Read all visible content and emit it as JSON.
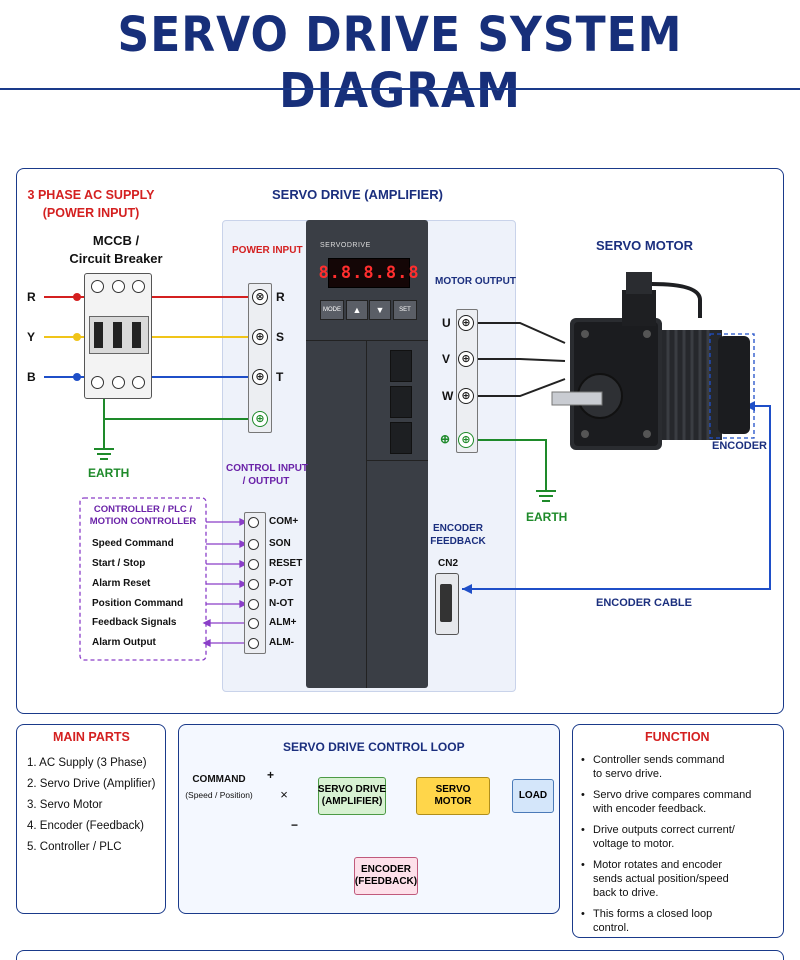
{
  "title": "SERVO DRIVE SYSTEM DIAGRAM",
  "supply": {
    "title": "3 PHASE AC SUPPLY\n(POWER INPUT)",
    "breaker": "MCCB /\nCircuit Breaker",
    "phases": [
      "R",
      "Y",
      "B"
    ],
    "earth": "EARTH"
  },
  "drive": {
    "title": "SERVO DRIVE (AMPLIFIER)",
    "brand": "SERVODRIVE",
    "display": "8.8.8.8.8",
    "buttons": [
      "MODE",
      "▲",
      "▼",
      "SET"
    ],
    "power_input": "POWER INPUT",
    "power_terms": [
      "R",
      "S",
      "T"
    ],
    "motor_output": "MOTOR OUTPUT",
    "motor_terms": [
      "U",
      "V",
      "W"
    ],
    "control_io": "CONTROL INPUT\n/ OUTPUT",
    "io_terms": [
      "COM+",
      "SON",
      "RESET",
      "P-OT",
      "N-OT",
      "ALM+",
      "ALM-"
    ],
    "encoder_feedback": "ENCODER\nFEEDBACK",
    "cn2": "CN2"
  },
  "controller": {
    "title": "CONTROLLER / PLC /\nMOTION CONTROLLER",
    "signals": [
      "Speed Command",
      "Start / Stop",
      "Alarm Reset",
      "Position Command",
      "Feedback Signals",
      "Alarm Output"
    ]
  },
  "motor": {
    "title": "SERVO MOTOR",
    "encoder": "ENCODER",
    "earth": "EARTH",
    "encoder_cable": "ENCODER CABLE"
  },
  "main_parts": {
    "title": "MAIN PARTS",
    "items": [
      "1.  AC Supply (3 Phase)",
      "2.  Servo Drive (Amplifier)",
      "3.  Servo Motor",
      "4.  Encoder (Feedback)",
      "5.  Controller / PLC"
    ]
  },
  "control_loop": {
    "title": "SERVO DRIVE CONTROL LOOP",
    "command": "COMMAND",
    "command_sub": "(Speed / Position)",
    "plus": "+",
    "minus": "−",
    "sum": "×",
    "drive_box": "SERVO DRIVE\n(AMPLIFIER)",
    "motor_box": "SERVO MOTOR",
    "load_box": "LOAD",
    "encoder_box": "ENCODER\n(FEEDBACK)"
  },
  "function": {
    "title": "FUNCTION",
    "items": [
      "Controller sends command\nto servo drive.",
      "Servo drive compares command\nwith encoder feedback.",
      "Drive outputs correct current/\nvoltage to motor.",
      "Motor rotates and encoder\nsends actual position/speed\nback to drive.",
      "This forms a closed loop\ncontrol."
    ]
  },
  "colors": {
    "navy": "#172f7a",
    "red": "#d42020",
    "yellow": "#f0c419",
    "blue": "#1f4fc8",
    "green": "#1e8a2a",
    "purple": "#8a3ec8"
  }
}
